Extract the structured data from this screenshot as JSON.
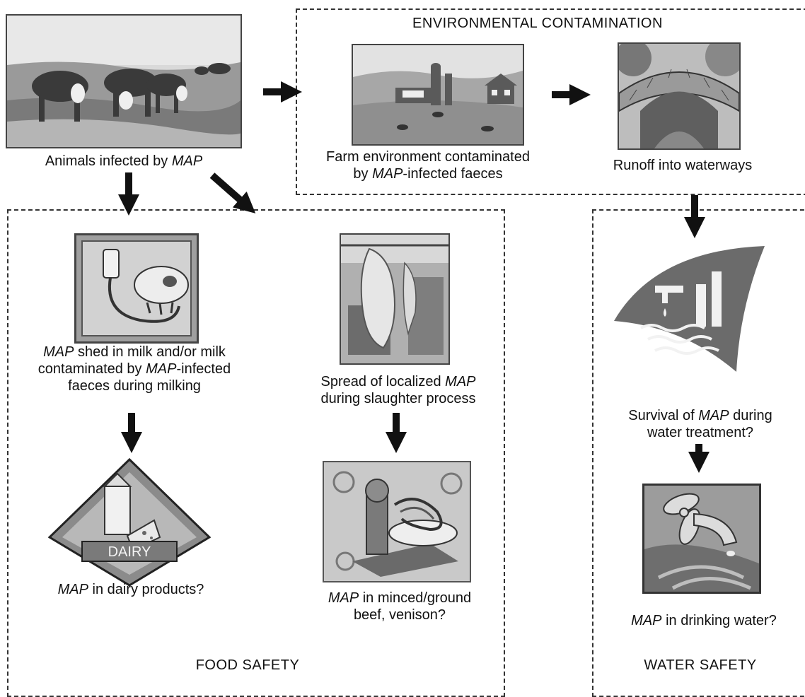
{
  "labels": {
    "animals_pre": "Animals infected by ",
    "animals_map": "MAP",
    "farm_line1": "Farm environment contaminated",
    "farm_line2_map": "MAP",
    "farm_line2_pre": "by ",
    "farm_line2_post": "-infected faeces",
    "runoff": "Runoff into waterways",
    "milk_line1_map": "MAP",
    "milk_line1_post": " shed in milk and/or milk",
    "milk_line2_pre": "contaminated by ",
    "milk_line2_map": "MAP",
    "milk_line2_post": "-infected",
    "milk_line3": "faeces during milking",
    "slaughter_line1_pre": "Spread of localized ",
    "slaughter_line1_map": "MAP",
    "slaughter_line2": "during slaughter process",
    "dairy_map": "MAP",
    "dairy_post": " in dairy products?",
    "mince_line1_map": "MAP",
    "mince_line1_post": " in minced/ground",
    "mince_line2": "beef, venison?",
    "treat_line1_pre": "Survival of ",
    "treat_line1_map": "MAP",
    "treat_line1_post": " during",
    "treat_line2": "water treatment?",
    "drink_map": "MAP",
    "drink_post": " in drinking water?",
    "dairy_banner": "DAIRY"
  },
  "sections": {
    "environmental": "ENVIRONMENTAL CONTAMINATION",
    "food": "FOOD SAFETY",
    "water": "WATER SAFETY"
  },
  "colors": {
    "ink": "#111111",
    "border": "#333333",
    "gray_dark": "#555555",
    "gray_mid": "#8a8a8a",
    "gray_light": "#c8c8c8"
  }
}
